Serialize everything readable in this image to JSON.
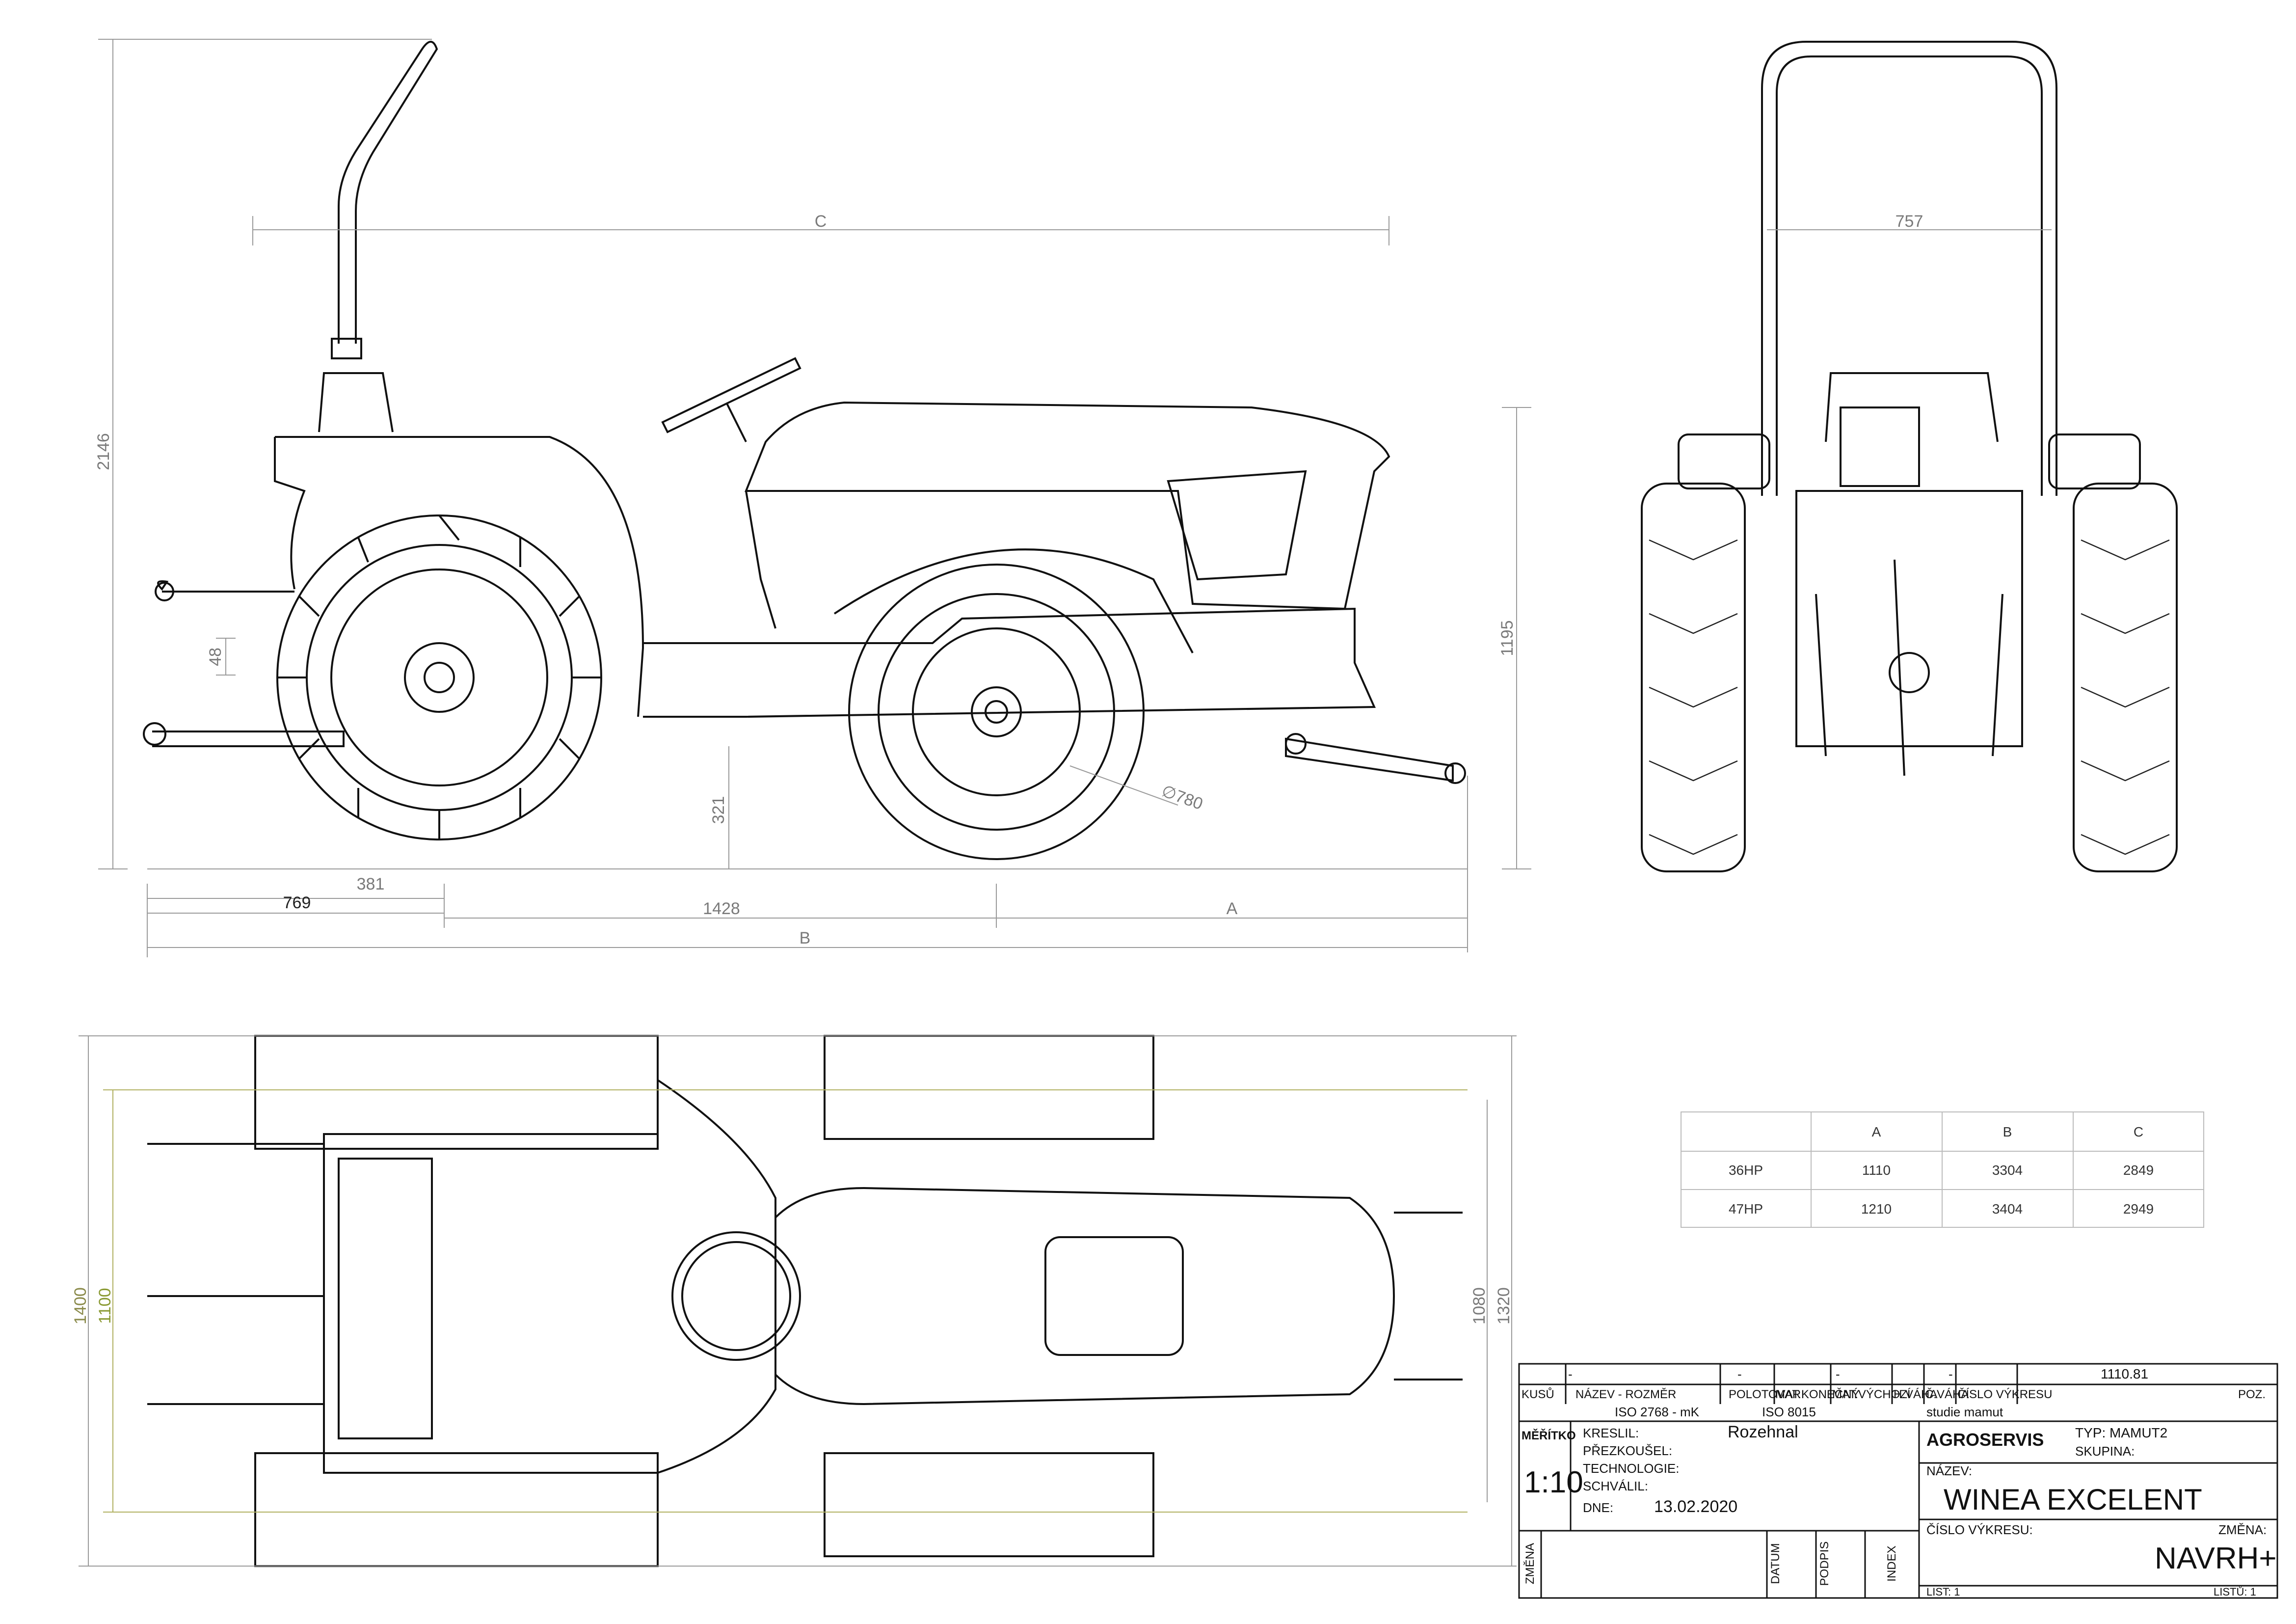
{
  "dimensions": {
    "side": {
      "C": "C",
      "h2146": "2146",
      "h1195": "1195",
      "d48": "48",
      "d321": "321",
      "d769": "769",
      "d381": "381",
      "d1428": "1428",
      "A": "A",
      "B": "B",
      "d780": "∅780"
    },
    "rear": {
      "w757": "757"
    },
    "top": {
      "h1400": "1400",
      "h1100": "1100",
      "h1080": "1080",
      "h1320": "1320"
    }
  },
  "variants_table": {
    "headers": [
      "",
      "A",
      "B",
      "C"
    ],
    "rows": [
      [
        "36HP",
        "1110",
        "3304",
        "2849"
      ],
      [
        "47HP",
        "1210",
        "3404",
        "2949"
      ]
    ]
  },
  "title_block": {
    "dash1": "-",
    "dash2": "-",
    "dash3": "-",
    "dash4": "-",
    "mass": "1110.81",
    "headers": [
      "KUSŮ",
      "NÁZEV - ROZMĚR",
      "POLOTOVAR",
      "MAT.KONEČNÝ",
      "MAT.VÝCHOZÍ",
      "H.VÁHA",
      "Č.VÁHA",
      "ČÍSLO VÝKRESU",
      "POZ."
    ],
    "iso1": "ISO 2768 - mK",
    "iso2": "ISO 8015",
    "studie": "studie mamut",
    "meritko_label": "MĚŘÍTKO",
    "scale": "1:10",
    "kreslil_label": "KRESLIL:",
    "kreslil": "Rozehnal",
    "prezkousel_label": "PŘEZKOUŠEL:",
    "technologie_label": "TECHNOLOGIE:",
    "schvalil_label": "SCHVÁLIL:",
    "dne_label": "DNE:",
    "date": "13.02.2020",
    "company": "AGROSERVIS",
    "typ_label": "TYP: MAMUT2",
    "skupina_label": "SKUPINA:",
    "nazev_label": "NÁZEV:",
    "name": "WINEA EXCELENT",
    "cislo_label": "ČÍSLO VÝKRESU:",
    "zmena_label": "ZMĚNA:",
    "drawing_no": "NAVRH+",
    "list_label": "LIST: 1",
    "listu_label": "LISTŮ: 1",
    "side_labels": [
      "ZMĚNA",
      "DATUM",
      "PODPIS",
      "INDEX"
    ]
  }
}
